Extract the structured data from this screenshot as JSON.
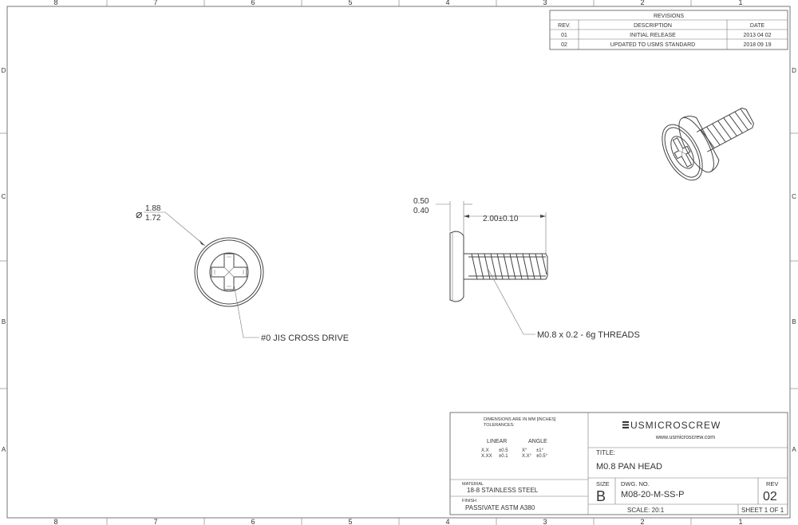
{
  "border": {
    "columns": [
      "8",
      "7",
      "6",
      "5",
      "4",
      "3",
      "2",
      "1"
    ],
    "rows": [
      "D",
      "C",
      "B",
      "A"
    ]
  },
  "revisions": {
    "title": "REVISIONS",
    "headers": [
      "REV.",
      "DESCRIPTION",
      "DATE"
    ],
    "rows": [
      [
        "01",
        "INITIAL RELEASE",
        "2013 04 02"
      ],
      [
        "02",
        "UPDATED TO USMS STANDARD",
        "2018 09 19"
      ]
    ]
  },
  "views": {
    "front": {
      "diameter_symbol": "⌀",
      "diameter_upper": "1.88",
      "diameter_lower": "1.72",
      "drive_note": "#0 JIS CROSS DRIVE"
    },
    "side": {
      "head_upper": "0.50",
      "head_lower": "0.40",
      "length": "2.00±0.10",
      "thread_note": "M0.8 x 0.2 - 6g THREADS"
    }
  },
  "title_block": {
    "dims_note_1": "DIMENSIONS ARE IN MM [INCHES]",
    "dims_note_2": "TOLERANCES:",
    "linear_label": "LINEAR",
    "angle_label": "ANGLE",
    "lin_1_key": "X.X",
    "lin_1_val": "±0.5",
    "lin_2_key": "X.XX",
    "lin_2_val": "±0.1",
    "ang_1_key": "X°",
    "ang_1_val": "±1°",
    "ang_2_key": "X.X°",
    "ang_2_val": "±0.5°",
    "material_label": "MATERIAL",
    "material": "18-8 STAINLESS STEEL",
    "finish_label": "FINISH",
    "finish": "PASSIVATE ASTM A380",
    "company": "USMICROSCREW",
    "website": "www.usmicroscrew.com",
    "title_label": "TITLE:",
    "title": "M0.8 PAN HEAD",
    "size_label": "SIZE",
    "size": "B",
    "dwg_label": "DWG.  NO.",
    "dwg_no": "M08-20-M-SS-P",
    "rev_label": "REV",
    "rev": "02",
    "scale": "SCALE: 20:1",
    "sheet": "SHEET 1 OF 1"
  }
}
